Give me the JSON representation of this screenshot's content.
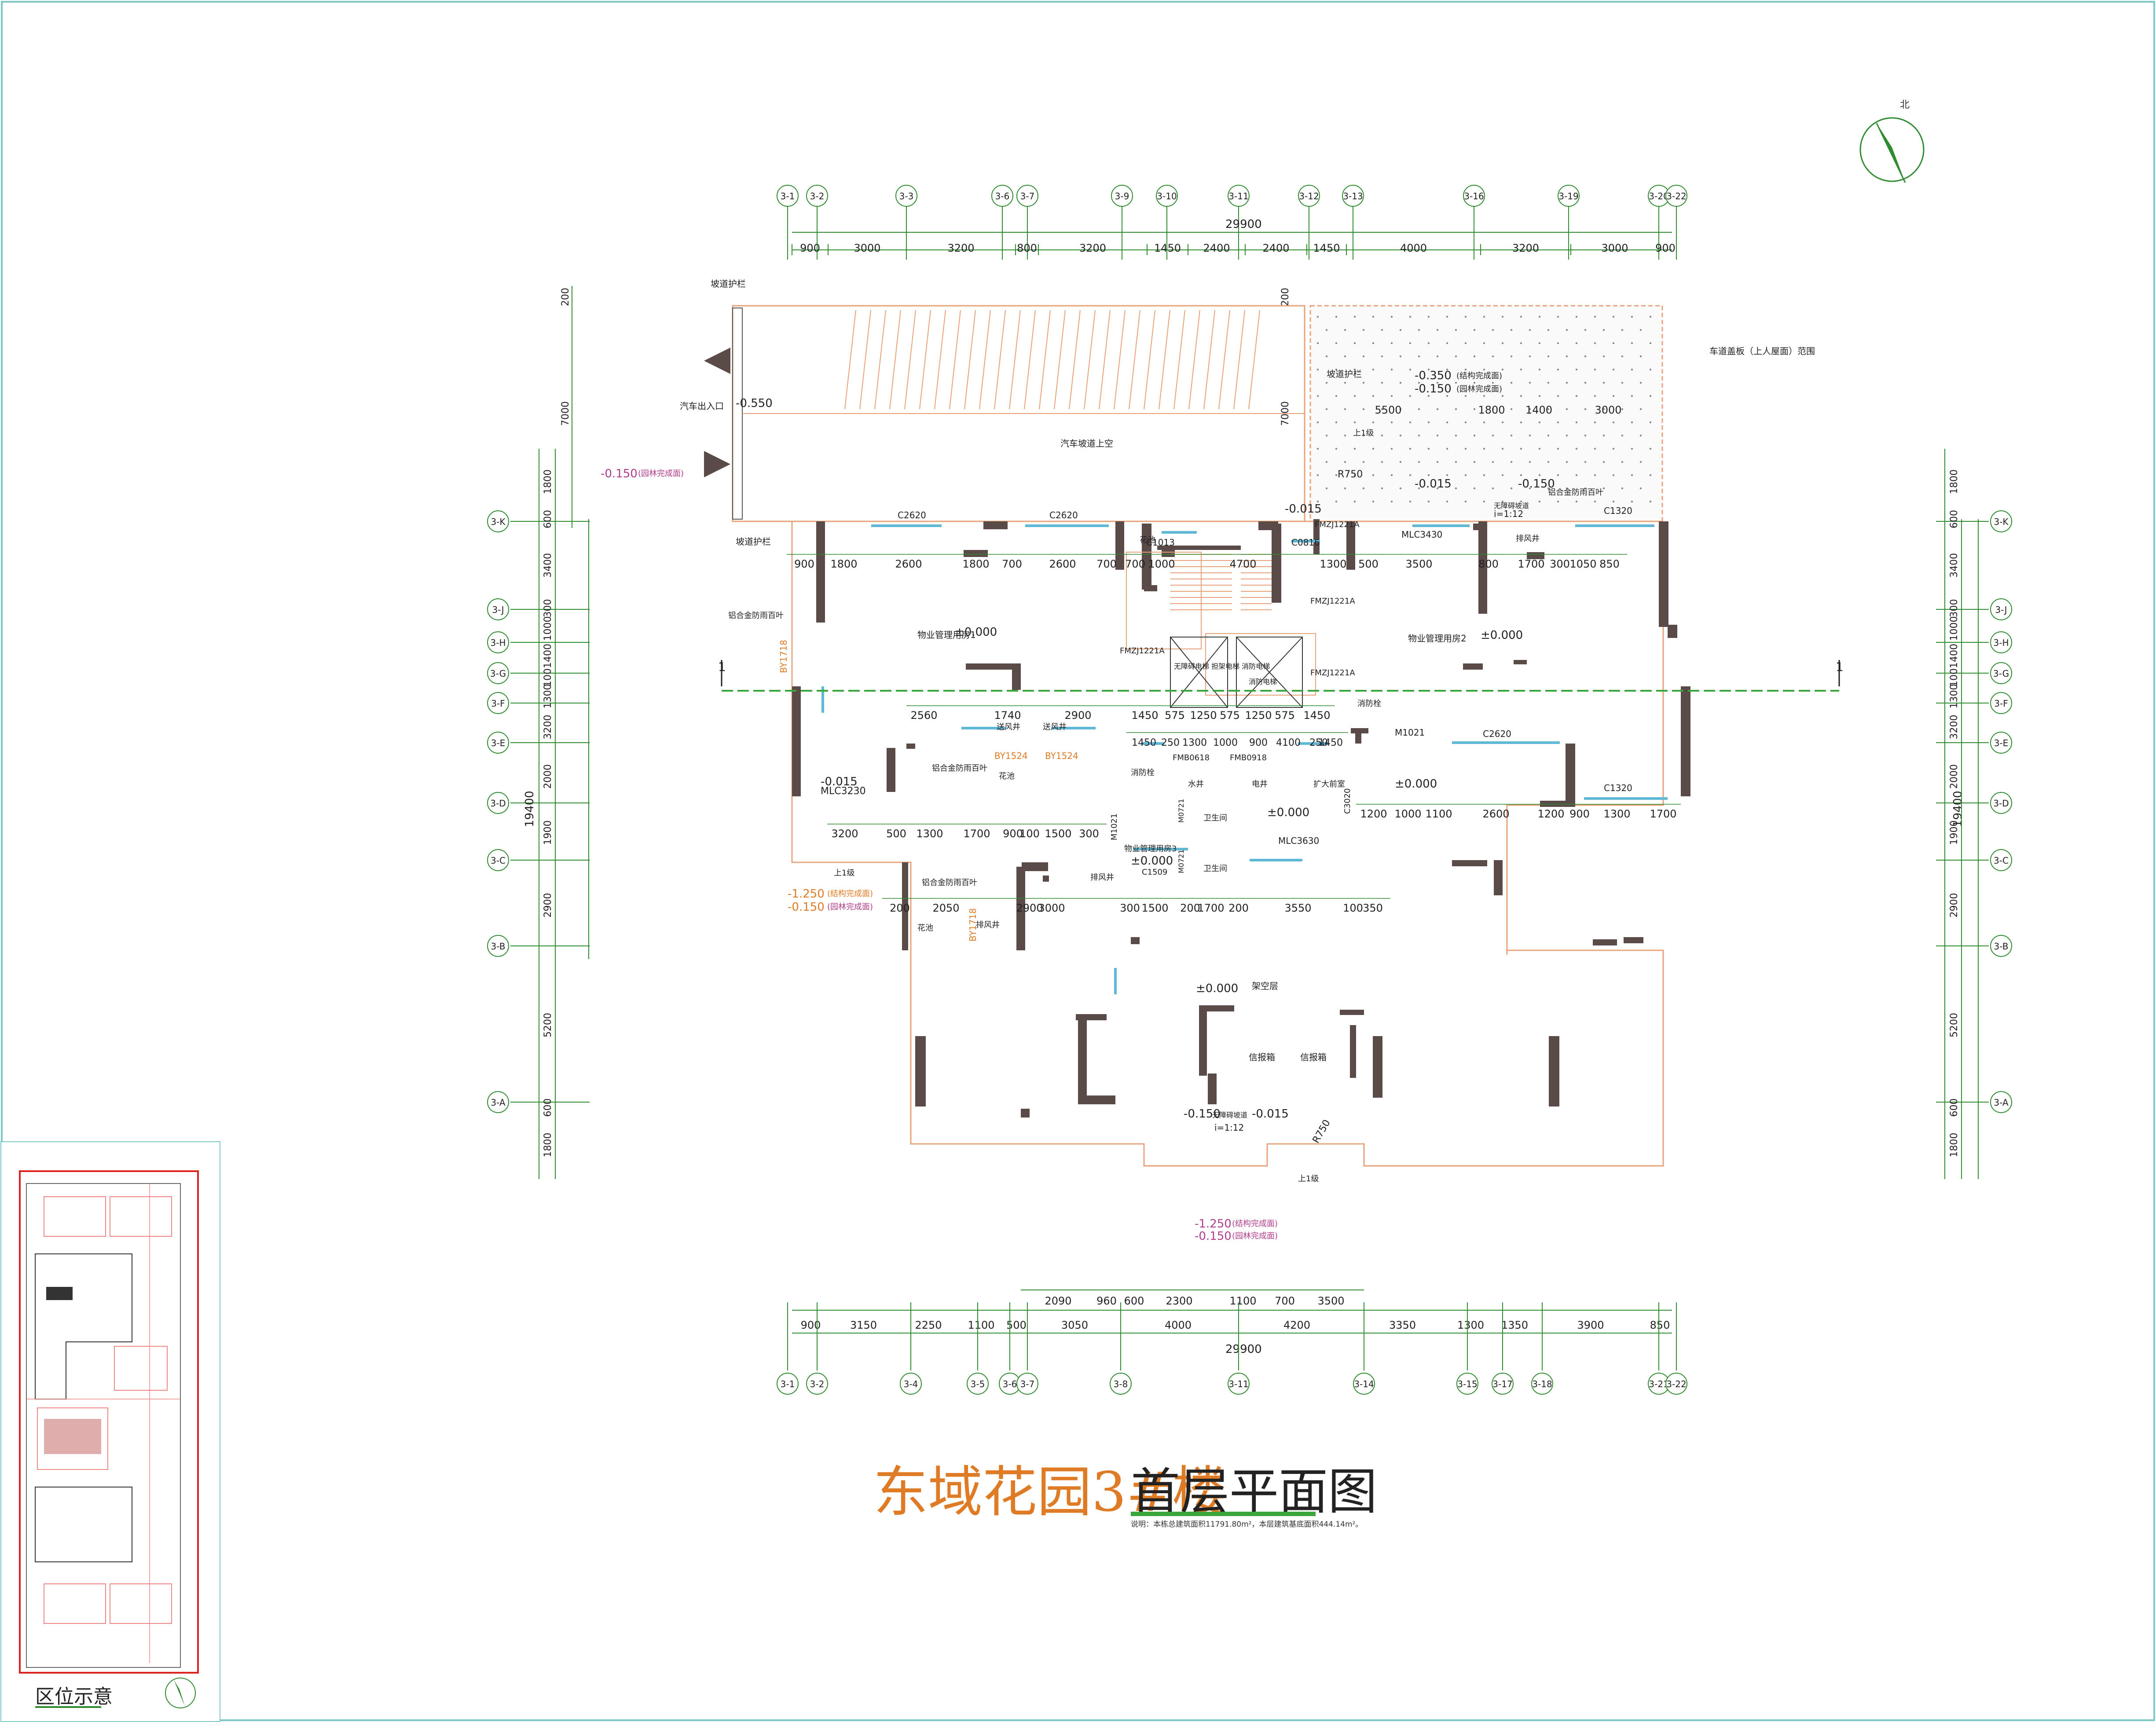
{
  "drawing": {
    "title_project": "东域花园3#楼",
    "title_sheet": "首层平面图",
    "note": "说明：本栋总建筑面积11791.80m²，本层建筑基底面积444.14m²。",
    "key_plan_label": "区位示意",
    "north_label": "北"
  },
  "axes_top": {
    "labels": [
      "3-1",
      "3-2",
      "3-3",
      "3-6",
      "3-7",
      "3-9",
      "3-10",
      "3-11",
      "3-12",
      "3-13",
      "3-16",
      "3-19",
      "3-20",
      "3-22"
    ],
    "total": "29900",
    "segments": [
      "900",
      "3000",
      "3200",
      "800",
      "3200",
      "1450",
      "2400",
      "2400",
      "1450",
      "4000",
      "3200",
      "3000",
      "900"
    ]
  },
  "axes_bottom": {
    "labels": [
      "3-1",
      "3-2",
      "3-4",
      "3-5",
      "3-6",
      "3-7",
      "3-8",
      "3-11",
      "3-14",
      "3-15",
      "3-17",
      "3-18",
      "3-21",
      "3-22"
    ],
    "total": "29900",
    "segments": [
      "900",
      "3150",
      "2250",
      "1100",
      "500",
      "3050",
      "4000",
      "4200",
      "3350",
      "1300",
      "1350",
      "3900",
      "850"
    ],
    "upper_segments": [
      "2090",
      "960",
      "600",
      "2300",
      "1100",
      "700",
      "3500"
    ]
  },
  "axes_left": {
    "labels": [
      "3-K",
      "3-J",
      "3-H",
      "3-G",
      "3-F",
      "3-E",
      "3-D",
      "3-C",
      "3-B",
      "3-A"
    ],
    "total": "19400",
    "outer_segments": [
      "1800",
      "600",
      "3400",
      "300",
      "1000",
      "1400",
      "100",
      "1300",
      "3200",
      "2000",
      "1900",
      "2900",
      "5200",
      "600",
      "1800"
    ],
    "ramp_segments": [
      "200",
      "7000"
    ]
  },
  "axes_right": {
    "labels": [
      "3-K",
      "3-J",
      "3-H",
      "3-G",
      "3-F",
      "3-E",
      "3-D",
      "3-C",
      "3-B",
      "3-A"
    ],
    "total": "19400"
  },
  "rooms": {
    "office_1": "物业管理用房1",
    "office_2": "物业管理用房2",
    "office_3": "物业管理用房3",
    "elevator_bf": "无障碍电梯 担架电梯 消防电梯",
    "fire_elevator": "消防电梯",
    "ramp": "汽车坡道上空",
    "car_entrance": "汽车出入口",
    "pilotis": "架空层",
    "mailbox": "信报箱",
    "lobby": "扩大前室",
    "toilet": "卫生间",
    "water_well": "水井",
    "elec_well": "电井",
    "air_well": "送风井",
    "exhaust_well": "排风井",
    "planter": "花池",
    "fire_hydrant": "消防栓",
    "ramp_rail": "坡道护栏",
    "louver": "铝合金防雨百叶",
    "roof_note": "车道盖板（上人屋面）范围",
    "up1": "上1级",
    "barrier_free": "无障碍坡道"
  },
  "elevations": {
    "pm0": "±0.000",
    "e_m0150": "-0.150",
    "e_m0150_note": "(园林完成面)",
    "e_m0350": "-0.350",
    "e_m0350_note": "(结构完成面)",
    "e_m0550": "-0.550",
    "e_m0015": "-0.015",
    "e_m1250": "-1.250",
    "e_m1250_note": "(结构完成面)",
    "slope": "i=1:12"
  },
  "doors_windows": {
    "c2620": "C2620",
    "c1013": "C1013",
    "c0816": "C0816",
    "c1320": "C1320",
    "c1509": "C1509",
    "c3020": "C3020",
    "mlc3430": "MLC3430",
    "mlc3230": "MLC3230",
    "mlc3630": "MLC3630",
    "m1021": "M1021",
    "fmzj1221a": "FMZJ1221A",
    "fmb0618": "FMB0618",
    "fmb0918": "FMB0918",
    "m0721": "M0721",
    "by1524": "BY1524",
    "by1718": "BY1718",
    "r750": "R750"
  },
  "interior_dims": {
    "row_k": [
      "900",
      "1800",
      "2600",
      "1800",
      "700",
      "2600",
      "700",
      "700",
      "1000",
      "4700",
      "1300",
      "500",
      "3500",
      "800",
      "1700",
      "300",
      "1050",
      "850"
    ],
    "row_f": [
      "2560",
      "1740",
      "2900",
      "1450",
      "575",
      "1250",
      "575",
      "1250",
      "575",
      "1450"
    ],
    "row_e": [
      "1450",
      "250",
      "1300",
      "1000",
      "900",
      "4100",
      "250",
      "1450"
    ],
    "row_d": [
      "1200",
      "1000",
      "1100",
      "2600",
      "1200",
      "900",
      "1300",
      "1700"
    ],
    "row_c": [
      "3200",
      "500",
      "1300",
      "1700",
      "900",
      "100",
      "1500",
      "300"
    ],
    "row_b": [
      "200",
      "2050",
      "2900",
      "3000",
      "300",
      "1500",
      "200",
      "1700",
      "200",
      "3550",
      "100",
      "350"
    ],
    "roof": [
      "5500",
      "1800",
      "1400",
      "3000"
    ]
  },
  "colors": {
    "wall": "#5a4a48",
    "grid": "#2e8b2e",
    "dim": "#2e8b2e",
    "outline": "#e8a27a",
    "elevation": "#b03c8a",
    "title": "#e07b25",
    "axis_line": "#3aa53a",
    "section_line": "#3aa53a",
    "window": "#5fb8d6",
    "red_lines": "#d11"
  }
}
